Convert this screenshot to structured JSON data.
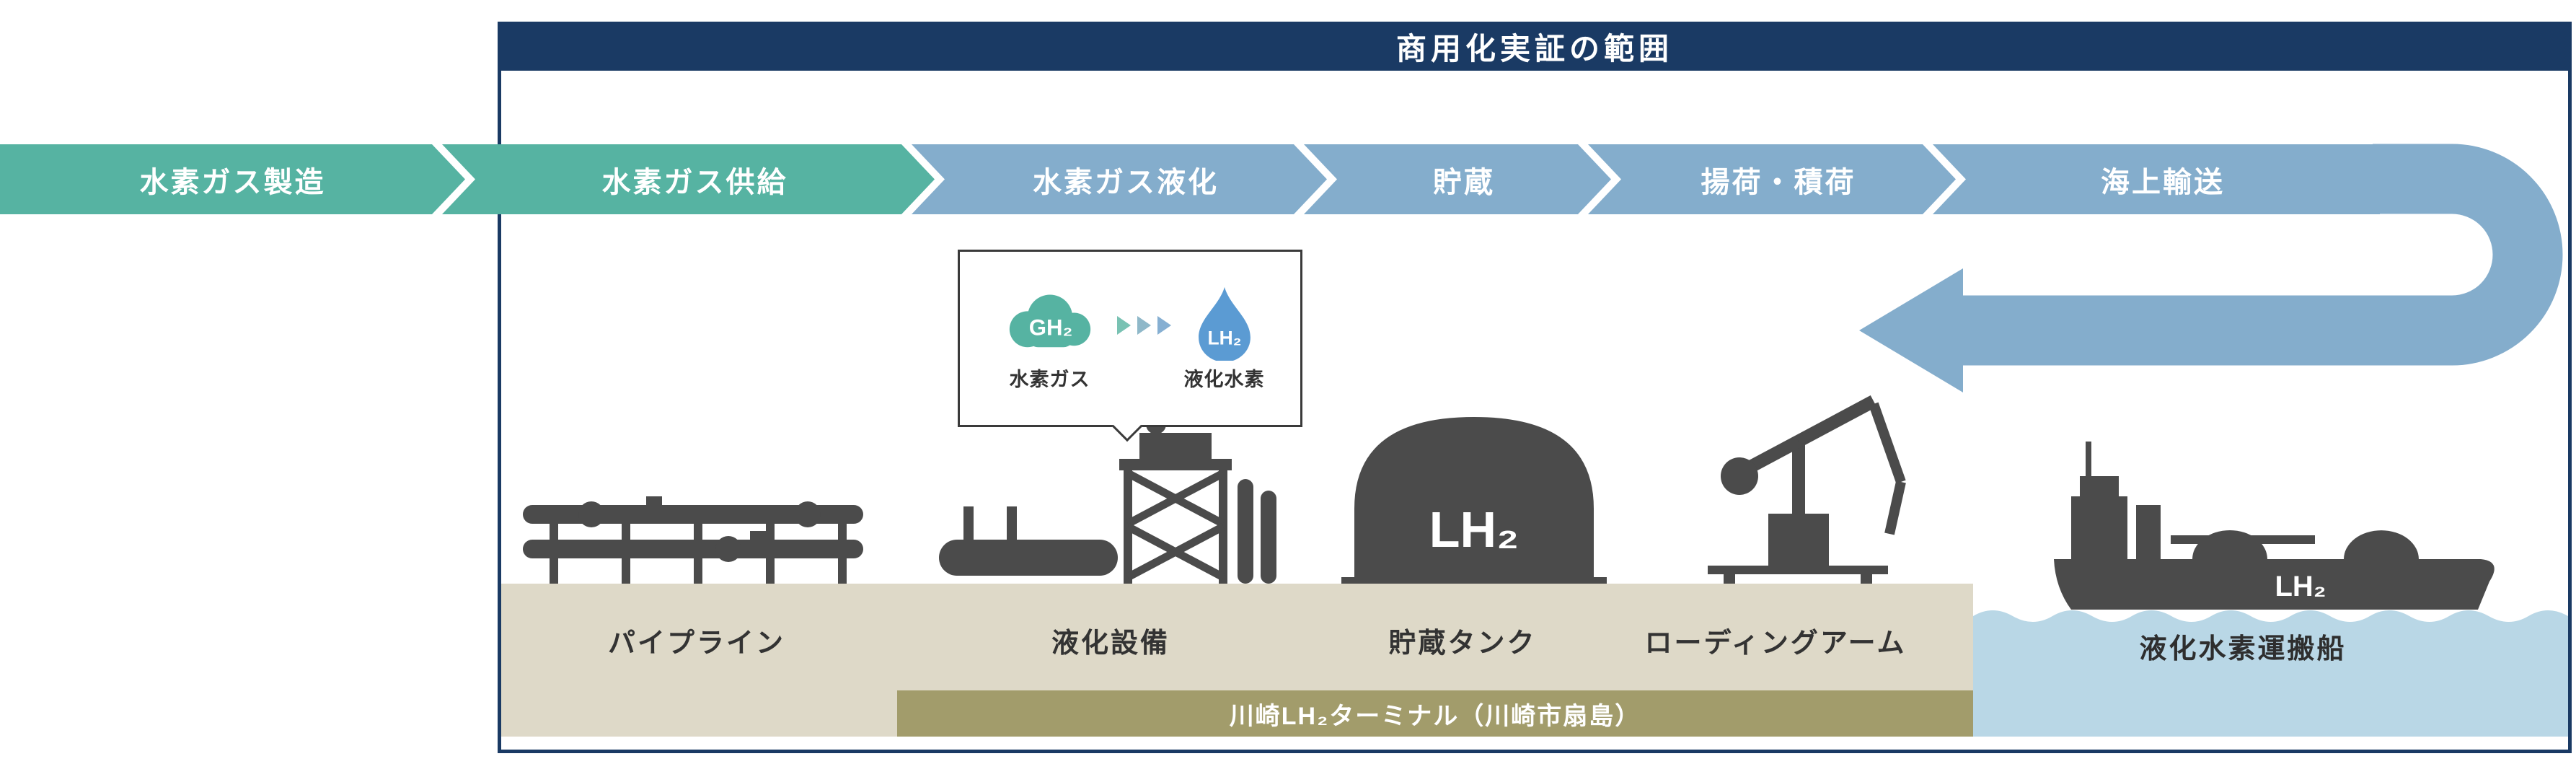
{
  "scope_box": {
    "title": "商用化実証の範囲"
  },
  "flow_steps": [
    {
      "label": "水素ガス製造"
    },
    {
      "label": "水素ガス供給"
    },
    {
      "label": "水素ガス液化"
    },
    {
      "label": "貯蔵"
    },
    {
      "label": "揚荷・積荷"
    },
    {
      "label": "海上輸送"
    }
  ],
  "callout": {
    "gas_symbol": "GH₂",
    "gas_label": "水素ガス",
    "liquid_symbol": "LH₂",
    "liquid_label": "液化水素"
  },
  "facilities": {
    "pipeline": "パイプライン",
    "liquefaction": "液化設備",
    "storage_tank": "貯蔵タンク",
    "loading_arm": "ローディングアーム",
    "carrier_ship": "液化水素運搬船"
  },
  "tank_marking": "LH₂",
  "ship_marking": "LH₂",
  "terminal": {
    "label": "川崎LH₂ターミナル（川崎市扇島）"
  },
  "colors": {
    "teal": "#56B3A2",
    "blue": "#84ADCC",
    "navy": "#1A3A64",
    "beige": "#DED9C8",
    "olive": "#A29C6B",
    "water": "#B9D7E6",
    "silhouette": "#4B4B4B",
    "droplet_blue": "#5B9BD3"
  }
}
